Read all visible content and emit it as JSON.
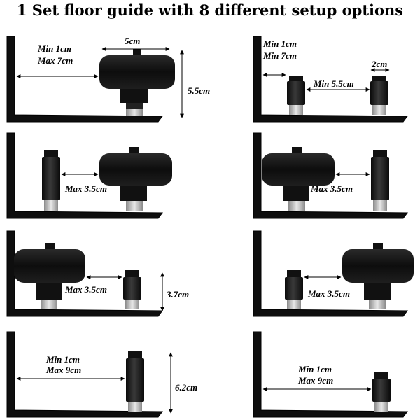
{
  "title": "1 Set floor guide with 8 different setup options",
  "colors": {
    "metal": "#0e0e0e",
    "rubber": "#161616",
    "thread": "#c9c9c9",
    "arrow": "#000000"
  },
  "panels": [
    {
      "labels": [
        "Min 1cm",
        "Max 7cm",
        "5cm",
        "5.5cm"
      ]
    },
    {
      "labels": [
        "Min 1cm",
        "Min 7cm",
        "2cm",
        "Min 5.5cm"
      ]
    },
    {
      "labels": [
        "Max 3.5cm"
      ]
    },
    {
      "labels": [
        "Max 3.5cm"
      ]
    },
    {
      "labels": [
        "Max 3.5cm",
        "3.7cm"
      ]
    },
    {
      "labels": [
        "Max 3.5cm"
      ]
    },
    {
      "labels": [
        "Min 1cm",
        "Max 9cm",
        "6.2cm"
      ]
    },
    {
      "labels": [
        "Min 1cm",
        "Max 9cm"
      ]
    }
  ]
}
